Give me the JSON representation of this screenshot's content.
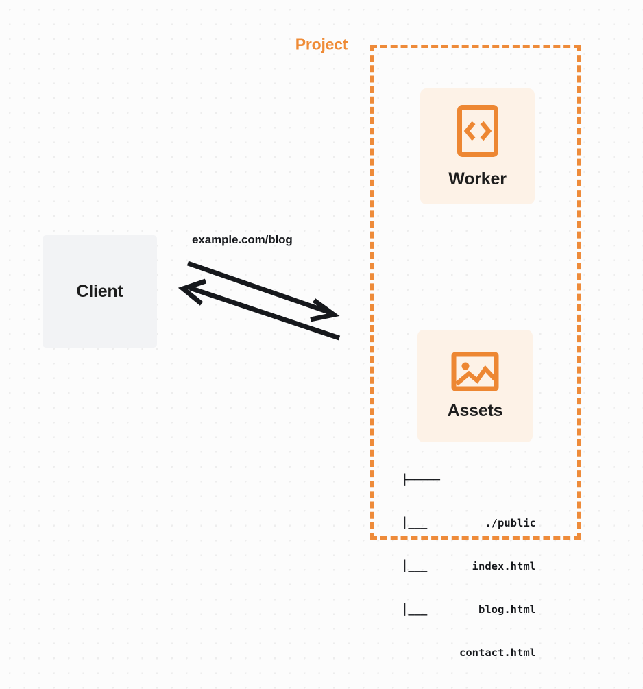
{
  "diagram": {
    "title": "Client to Project (Worker + Assets) request flow",
    "colors": {
      "accent_orange": "#ee8b3a",
      "card_background": "#fdf2e7",
      "client_background": "#f2f3f5",
      "text_dark": "#16181c",
      "canvas_background": "#fcfcfc",
      "grid_dot": "#ededed"
    }
  },
  "client": {
    "label": "Client",
    "icon": "client-box-icon"
  },
  "edge": {
    "label": "example.com/blog",
    "request_arrow": "arrow-client-to-project",
    "response_arrow": "arrow-project-to-client"
  },
  "project": {
    "title": "Project",
    "border_style": "dashed",
    "nodes": [
      {
        "label": "Worker",
        "icon": "code-brackets-icon"
      },
      {
        "label": "Assets",
        "icon": "image-picture-icon"
      }
    ]
  },
  "file_tree": {
    "rows": [
      {
        "branch": "├─────",
        "name": "./public"
      },
      {
        "branch": "│___",
        "name": "index.html"
      },
      {
        "branch": "│___",
        "name": "blog.html"
      },
      {
        "branch": "│___",
        "name": "contact.html"
      }
    ]
  }
}
